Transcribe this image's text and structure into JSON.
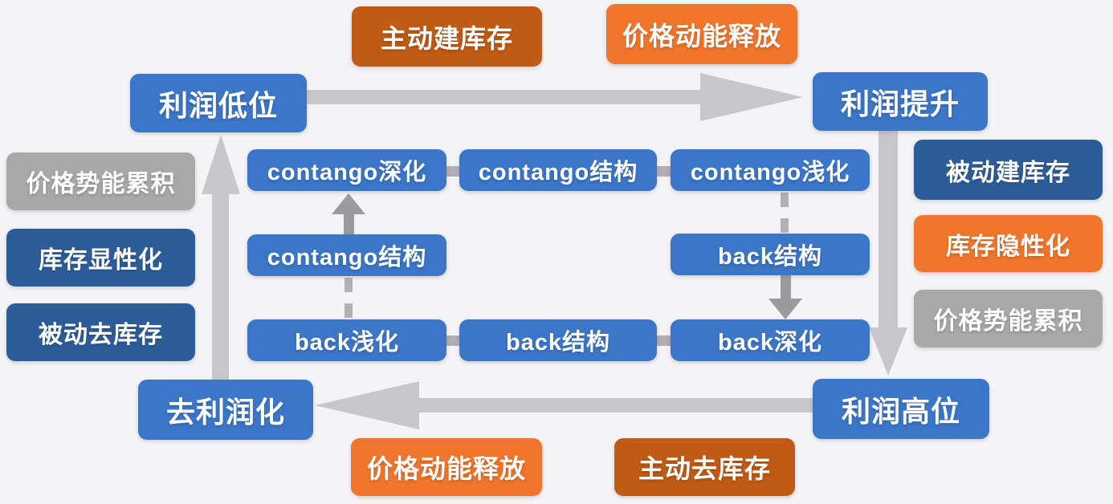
{
  "title": "商品周期流程图",
  "colors": {
    "bg": "#f4f4f6",
    "blue": "#3c76c9",
    "navy": "#2d5d99",
    "orange": "#f1752a",
    "dark-orange": "#c05a14",
    "gray": "#a8a8a8",
    "arrow": "#c7c7c9",
    "small-arrow": "#9b9b9d",
    "connector": "#b3abb5"
  },
  "nodes": {
    "active_build_inventory": "主动建库存",
    "price_momentum_release_top": "价格动能释放",
    "profit_low": "利润低位",
    "profit_rise": "利润提升",
    "price_potential_accum_left": "价格势能累积",
    "inventory_explicit": "库存显性化",
    "passive_destock": "被动去库存",
    "passive_build_inventory": "被动建库存",
    "inventory_implicit": "库存隐性化",
    "price_potential_accum_right": "价格势能累积",
    "contango_deepen": "contango深化",
    "contango_structure_top": "contango结构",
    "contango_shallow": "contango浅化",
    "contango_structure_mid": "contango结构",
    "back_structure_right": "back结构",
    "back_shallow": "back浅化",
    "back_structure_bottom": "back结构",
    "back_deepen": "back深化",
    "deprofit": "去利润化",
    "profit_high": "利润高位",
    "price_momentum_release_bottom": "价格动能释放",
    "active_destock": "主动去库存"
  }
}
